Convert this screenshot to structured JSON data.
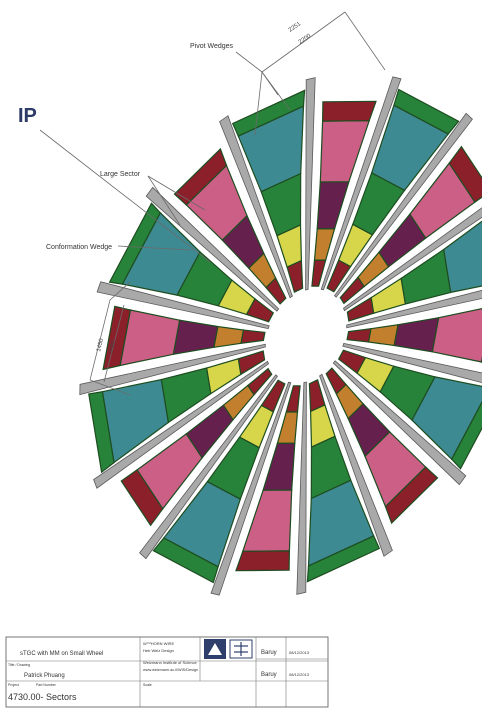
{
  "callouts": {
    "ip": "IP",
    "pivot_wedges": "Pivot Wedges",
    "large_sector": "Large Sector",
    "confirmation_wedge": "Conformation Wedge"
  },
  "dimensions": {
    "top_outer": "2251",
    "top_inner": "2200",
    "left_outer": "1450",
    "left_inner": "1400"
  },
  "title_block": {
    "project": "sTGC with MM on Small Wheel",
    "designer": "Patrick Phuang",
    "institute_line1": "W™HORN WIRE",
    "institute_line2": "Heb Weiz Design",
    "institute_line3": "Weizmann Institute of Science",
    "institute_line4": "www.weizmann.ac.il/WIS/Design",
    "name_a": "Baruy",
    "name_b": "Baruy",
    "date_a": "08/12/2013",
    "date_b": "08/12/2013",
    "drawing_number": "4730.00- Sectors",
    "label_project": "Project",
    "label_title": "Title / Drawing",
    "label_number": "Part Number",
    "label_scale": "Scale"
  },
  "colors": {
    "teal": "#3e8a92",
    "green": "#27833a",
    "yellow": "#d7d64a",
    "magenta": "#cc5f86",
    "purple": "#66204e",
    "darkred": "#8b1f2a",
    "orange": "#c2802e",
    "grey": "#a9a9a9",
    "outline": "#1d4d20"
  }
}
